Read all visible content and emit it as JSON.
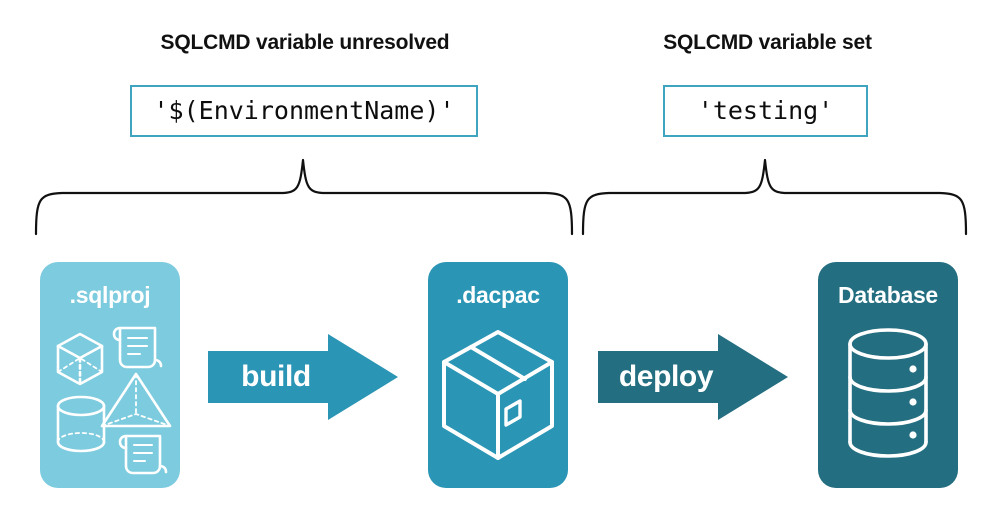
{
  "headings": {
    "left": "SQLCMD variable unresolved",
    "right": "SQLCMD variable set"
  },
  "code_boxes": {
    "left": "'$(EnvironmentName)'",
    "right": "'testing'"
  },
  "stages": [
    {
      "id": "sqlproj",
      "label": ".sqlproj",
      "color": "#7CCBDE",
      "icons": [
        "cube-icon",
        "scroll-icon",
        "pyramid-icon",
        "cylinder-icon",
        "scroll-icon"
      ]
    },
    {
      "id": "dacpac",
      "label": ".dacpac",
      "color": "#2A95B4",
      "icons": [
        "package-box-icon"
      ]
    },
    {
      "id": "database",
      "label": "Database",
      "color": "#236E80",
      "icons": [
        "database-cylinder-icon"
      ]
    }
  ],
  "arrows": [
    {
      "id": "build",
      "label": "build",
      "color": "#2A95B4"
    },
    {
      "id": "deploy",
      "label": "deploy",
      "color": "#236E80"
    }
  ],
  "braces": [
    {
      "id": "left-brace",
      "spans": "sqlproj-to-dacpac"
    },
    {
      "id": "right-brace",
      "spans": "dacpac-to-database"
    }
  ],
  "colors": {
    "accent_light": "#7CCBDE",
    "accent_mid": "#2A95B4",
    "accent_dark": "#236E80",
    "border_teal": "#3FA4C0",
    "text_dark": "#111111",
    "background": "#ffffff"
  }
}
